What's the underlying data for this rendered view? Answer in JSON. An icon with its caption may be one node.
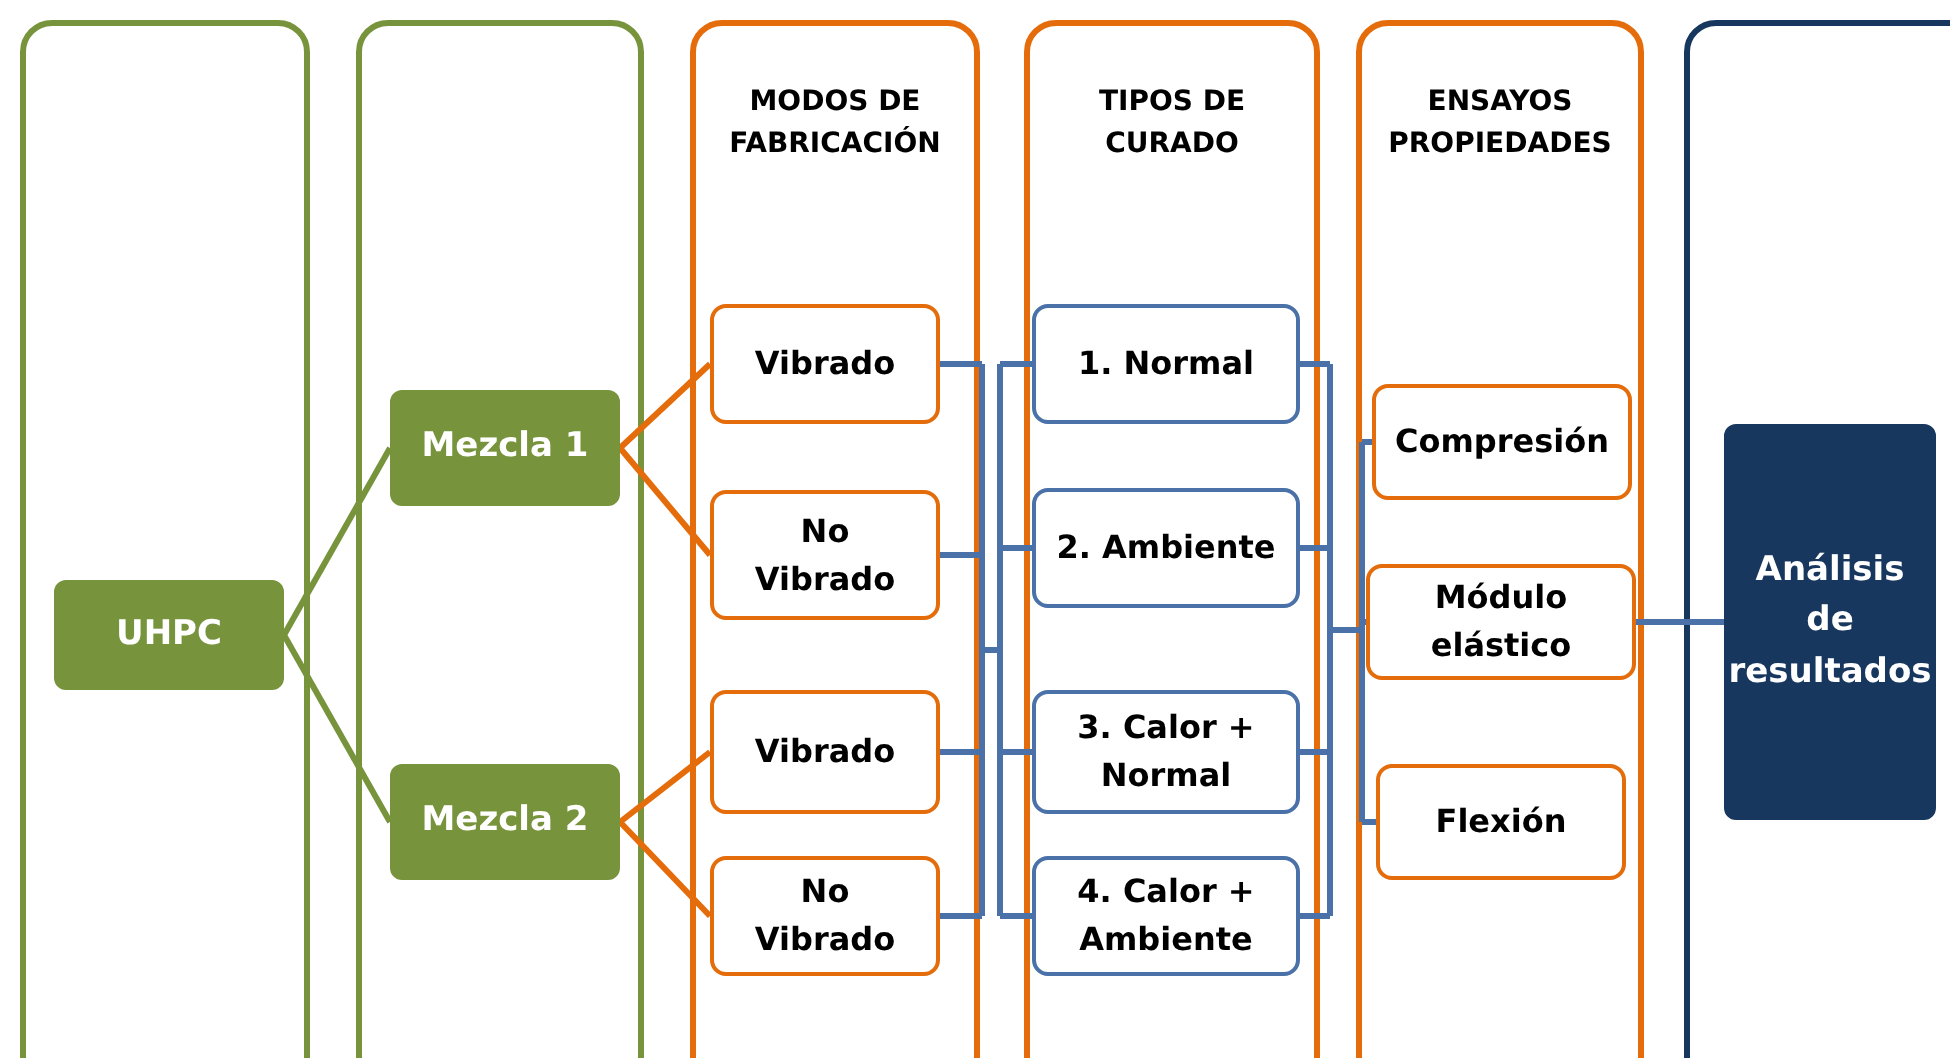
{
  "diagram": {
    "nodes": [
      {
        "text": [],
        "shape": "box"
      },
      {
        "text": [
          "UHPC"
        ],
        "in": 0
      },
      {
        "text": [],
        "shape": "box"
      },
      {
        "text": [
          "Mezcla 1"
        ],
        "in": 2
      },
      {
        "text": [
          "Mezcla 2"
        ],
        "in": 2
      },
      {
        "text": [
          "MODOS DE FABRICACIÓN"
        ]
      },
      {
        "text": [
          "Vibrado"
        ],
        "in": 5
      },
      {
        "text": [
          "No Vibrado"
        ],
        "in": 5
      },
      {
        "text": [
          "Vibrado"
        ],
        "in": 5
      },
      {
        "text": [
          "No Vibrado"
        ],
        "in": 5
      },
      {
        "text": [
          "TIPOS DE CURADO"
        ]
      },
      {
        "text": [
          "1. Normal"
        ],
        "in": 10
      },
      {
        "text": [
          "2. Ambiente"
        ],
        "in": 10
      },
      {
        "text": [
          "3. Calor + Normal"
        ],
        "in": 10
      },
      {
        "text": [
          "4. Calor + Ambiente"
        ],
        "in": 10
      },
      {
        "text": [
          "ENSAYOS PROPIEDADES"
        ]
      },
      {
        "text": [
          "Compresión"
        ],
        "in": 15
      },
      {
        "text": [
          "Módulo elástico"
        ],
        "in": 15
      },
      {
        "text": [
          "Flexión"
        ],
        "in": 15
      },
      {
        "text": [],
        "shape": "box"
      },
      {
        "text": [
          "Análisis de resultados"
        ],
        "in": 19
      }
    ],
    "edges": [
      {
        "from": 1,
        "to": 3,
        "arrow": "none",
        "color": "#77933c"
      },
      {
        "from": 1,
        "to": 4,
        "arrow": "none",
        "color": "#77933c"
      },
      {
        "from": 3,
        "to": 6,
        "arrow": "none",
        "color": "#e46c0a"
      },
      {
        "from": 3,
        "to": 7,
        "arrow": "none",
        "color": "#e46c0a"
      },
      {
        "from": 4,
        "to": 8,
        "arrow": "none",
        "color": "#e46c0a"
      },
      {
        "from": 4,
        "to": 9,
        "arrow": "none",
        "color": "#e46c0a"
      },
      {
        "from": 6,
        "to": 11,
        "arrow": "none"
      },
      {
        "from": 6,
        "to": 12,
        "arrow": "none"
      },
      {
        "from": 6,
        "to": 13,
        "arrow": "none"
      },
      {
        "from": 6,
        "to": 14,
        "arrow": "none"
      },
      {
        "from": 7,
        "to": 11,
        "arrow": "none"
      },
      {
        "from": 7,
        "to": 12,
        "arrow": "none"
      },
      {
        "from": 7,
        "to": 13,
        "arrow": "none"
      },
      {
        "from": 7,
        "to": 14,
        "arrow": "none"
      },
      {
        "from": 8,
        "to": 11,
        "arrow": "none"
      },
      {
        "from": 8,
        "to": 12,
        "arrow": "none"
      },
      {
        "from": 8,
        "to": 13,
        "arrow": "none"
      },
      {
        "from": 8,
        "to": 14,
        "arrow": "none"
      },
      {
        "from": 9,
        "to": 11,
        "arrow": "none"
      },
      {
        "from": 9,
        "to": 12,
        "arrow": "none"
      },
      {
        "from": 9,
        "to": 13,
        "arrow": "none"
      },
      {
        "from": 9,
        "to": 14,
        "arrow": "none"
      },
      {
        "from": 11,
        "to": 16,
        "arrow": "none"
      },
      {
        "from": 11,
        "to": 17,
        "arrow": "none"
      },
      {
        "from": 11,
        "to": 18,
        "arrow": "none"
      },
      {
        "from": 12,
        "to": 16,
        "arrow": "none"
      },
      {
        "from": 12,
        "to": 17,
        "arrow": "none"
      },
      {
        "from": 12,
        "to": 18,
        "arrow": "none"
      },
      {
        "from": 13,
        "to": 16,
        "arrow": "none"
      },
      {
        "from": 13,
        "to": 17,
        "arrow": "none"
      },
      {
        "from": 13,
        "to": 18,
        "arrow": "none"
      },
      {
        "from": 14,
        "to": 16,
        "arrow": "none"
      },
      {
        "from": 14,
        "to": 17,
        "arrow": "none"
      },
      {
        "from": 14,
        "to": 18,
        "arrow": "none"
      },
      {
        "from": 17,
        "to": 20,
        "arrow": "none"
      }
    ]
  }
}
